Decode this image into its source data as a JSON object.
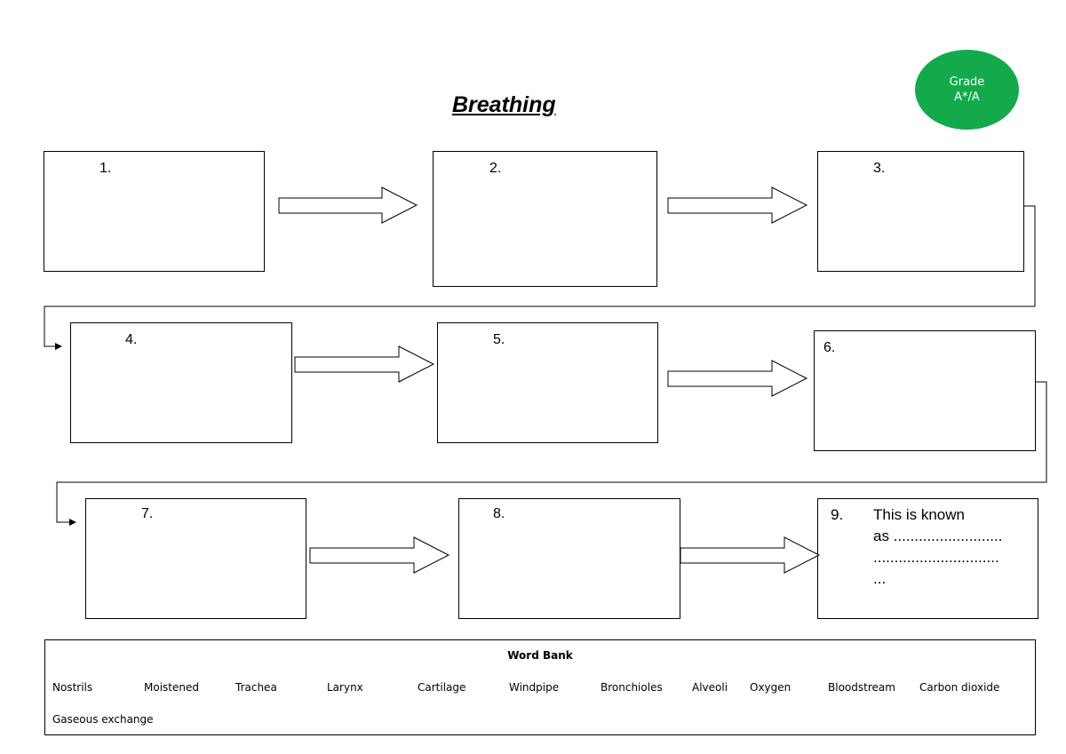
{
  "title": "Breathing",
  "grade_badge": {
    "line1": "Grade",
    "line2": "A*/A",
    "color": "#12aa4a"
  },
  "boxes": [
    {
      "number": "1."
    },
    {
      "number": "2."
    },
    {
      "number": "3."
    },
    {
      "number": "4."
    },
    {
      "number": "5."
    },
    {
      "number": "6."
    },
    {
      "number": "7."
    },
    {
      "number": "8."
    },
    {
      "number": "9.",
      "lines": [
        "This is known",
        "as ..........................",
        "..............................",
        "..."
      ]
    }
  ],
  "word_bank": {
    "title": "Word Bank",
    "words": [
      "Nostrils",
      "Moistened",
      "Trachea",
      "Larynx",
      "Cartilage",
      "Windpipe",
      "Bronchioles",
      "Alveoli",
      "Oxygen",
      "Bloodstream",
      "Carbon dioxide",
      "Gaseous exchange"
    ]
  }
}
